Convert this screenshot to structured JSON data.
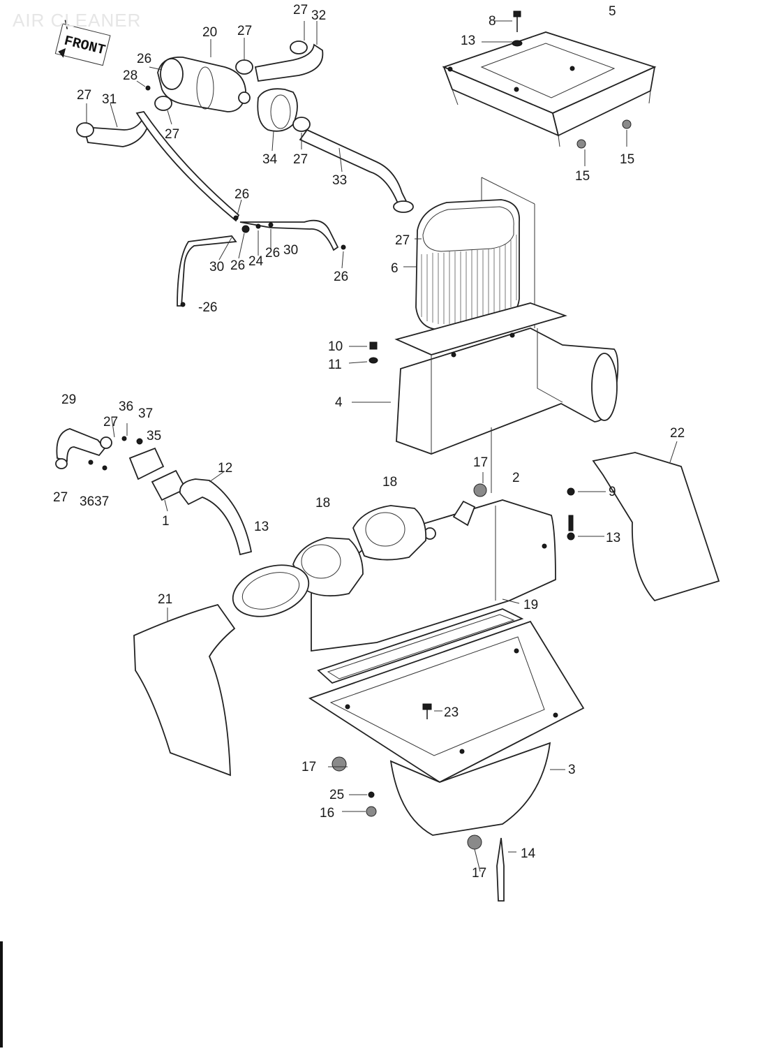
{
  "page": {
    "watermark_text": "AIR CLEANER"
  },
  "front_marker": {
    "text": "FRONT"
  },
  "callouts": {
    "c5": "5",
    "c8": "8",
    "c13a": "13",
    "c15a": "15",
    "c15b": "15",
    "c27a": "27",
    "c32": "32",
    "c20": "20",
    "c27b": "27",
    "c26a": "26",
    "c28": "28",
    "c27c": "27",
    "c31": "31",
    "c27d": "27",
    "c34": "34",
    "c27e": "27",
    "c33": "33",
    "c26b": "26",
    "c30a": "30",
    "c26c": "26",
    "c24": "24",
    "c26d": "26",
    "c30b": "30",
    "c26e": "26",
    "c26f": "-26",
    "c27f": "27",
    "c6": "6",
    "c10": "10",
    "c11": "11",
    "c4": "4",
    "c29": "29",
    "c36a": "36",
    "c37a": "37",
    "c27g": "27",
    "c35": "35",
    "c12": "12",
    "c27h": "27",
    "c3637": "3637",
    "c1": "1",
    "c13b": "13",
    "c18a": "18",
    "c18b": "18",
    "c17a": "17",
    "c2": "2",
    "c22": "22",
    "c9": "9",
    "c13c": "13",
    "c19": "19",
    "c21": "21",
    "c23": "23",
    "c17b": "17",
    "c3": "3",
    "c25": "25",
    "c16": "16",
    "c17c": "17",
    "c14": "14"
  }
}
